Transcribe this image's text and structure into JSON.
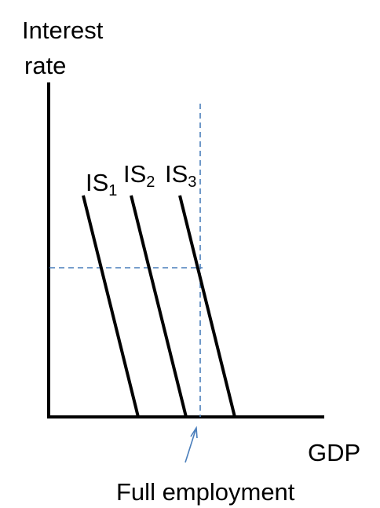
{
  "y_axis_label_line1": "Interest",
  "y_axis_label_line2": "rate",
  "x_axis_label": "GDP",
  "full_employment_label": "Full employment",
  "curves": [
    {
      "base": "IS",
      "sub": "1"
    },
    {
      "base": "IS",
      "sub": "2"
    },
    {
      "base": "IS",
      "sub": "3"
    }
  ],
  "colors": {
    "curve": "#000000",
    "axis": "#000000",
    "guide": "#4a7ebb"
  }
}
